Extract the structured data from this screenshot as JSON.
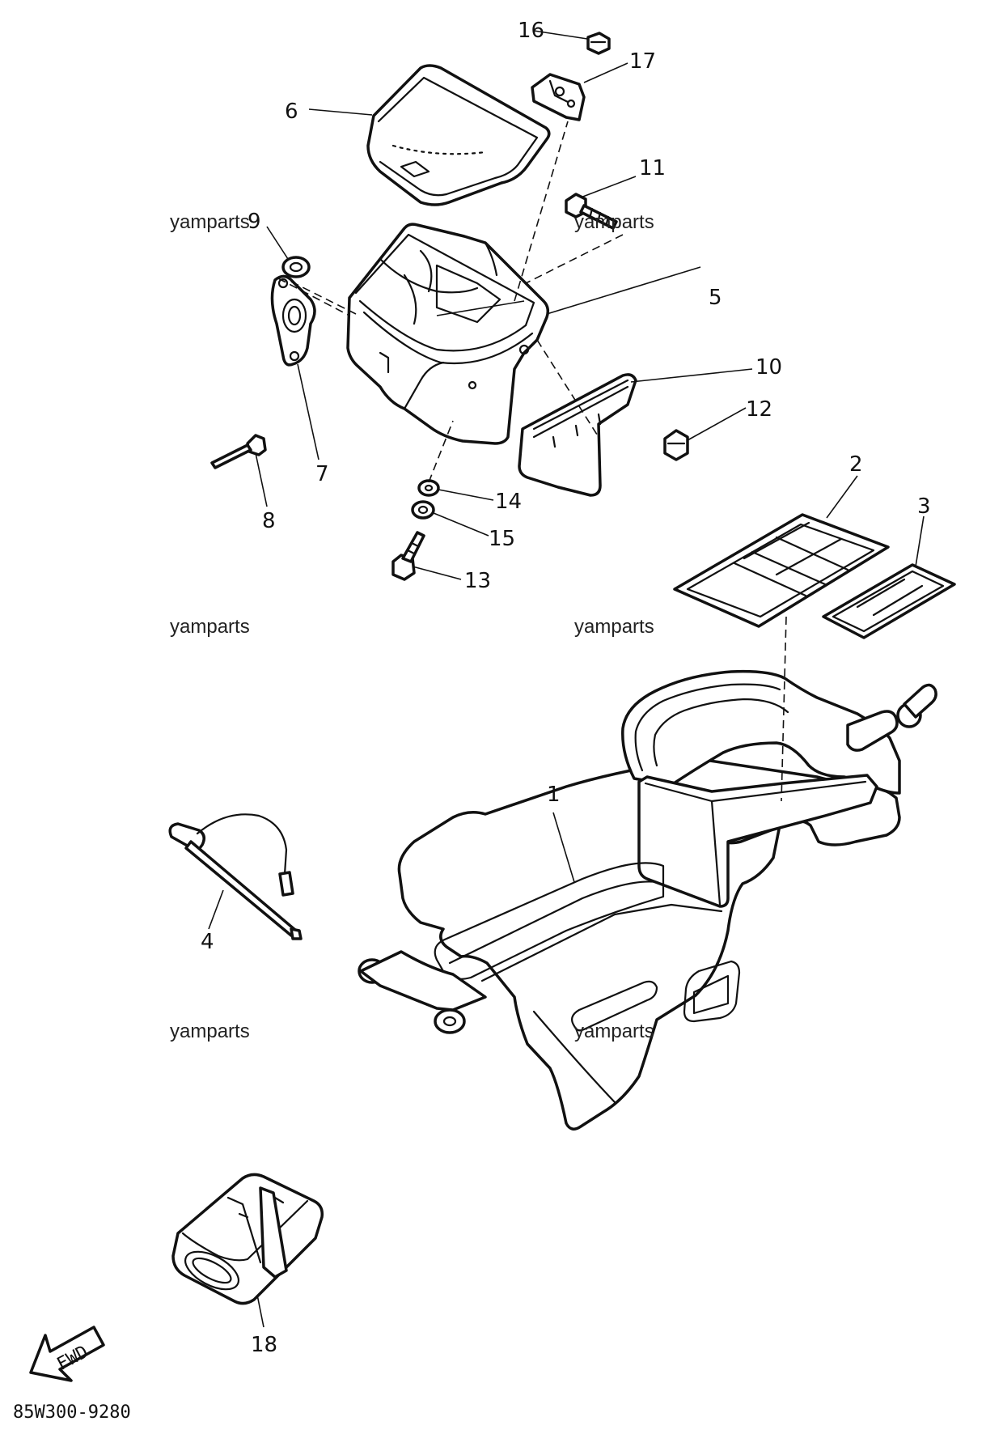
{
  "watermarks": [
    "yamparts",
    "yamparts",
    "yamparts",
    "yamparts",
    "yamparts",
    "yamparts"
  ],
  "callouts": {
    "c1": "1",
    "c2": "2",
    "c3": "3",
    "c4": "4",
    "c5": "5",
    "c6": "6",
    "c7": "7",
    "c8": "8",
    "c9": "9",
    "c10": "10",
    "c11": "11",
    "c12": "12",
    "c13": "13",
    "c14": "14",
    "c15": "15",
    "c16": "16",
    "c17": "17",
    "c18": "18"
  },
  "fwd_label": "FWD",
  "diagram_code": "85W300-9280",
  "colors": {
    "ink": "#111111",
    "paper": "#ffffff"
  }
}
